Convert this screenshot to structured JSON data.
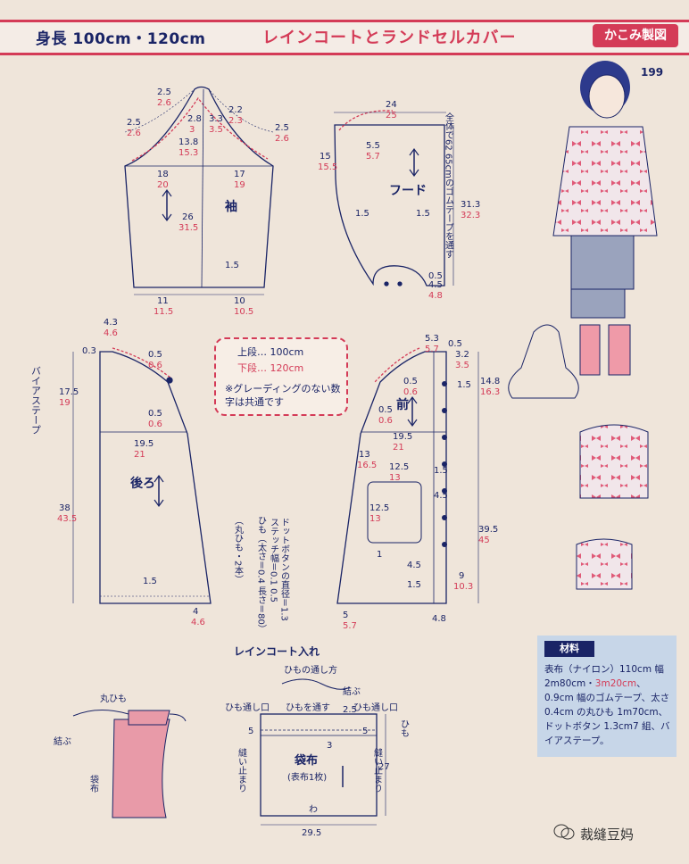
{
  "header": {
    "size": "身長 100cm・120cm",
    "title": "レインコートとランドセルカバー",
    "tag": "かこみ製図"
  },
  "page_number": "199",
  "sleeve": {
    "label": "袖",
    "dims": [
      "2.5",
      "2.6",
      "2.8",
      "3",
      "3.3",
      "3.5",
      "2.2",
      "2.3",
      "2.5",
      "2.6",
      "2.5",
      "2.6",
      "13.8",
      "15.3",
      "18",
      "20",
      "17",
      "19",
      "26",
      "31.5",
      "1.5",
      "11",
      "11.5",
      "10",
      "10.5"
    ]
  },
  "hood": {
    "label": "フード",
    "dims": [
      "24",
      "25",
      "5.5",
      "5.7",
      "15",
      "15.5",
      "1.5",
      "1.5",
      "31.3",
      "32.3",
      "0.5",
      "4.5",
      "4.8"
    ],
    "vertical_note": "全体で62 65cmのゴムテープを通す"
  },
  "back": {
    "label": "後ろ",
    "tape_label": "バイアステープ",
    "dims": [
      "4.3",
      "4.6",
      "0.3",
      "0.5",
      "0.6",
      "17.5",
      "19",
      "0.5",
      "0.6",
      "19.5",
      "21",
      "38",
      "43.5",
      "1.5",
      "4",
      "4.6"
    ]
  },
  "front": {
    "label": "前",
    "dims": [
      "5.3",
      "5.7",
      "0.5",
      "3.2",
      "3.5",
      "14.8",
      "16.3",
      "1.5",
      "0.5",
      "0.6",
      "0.5",
      "0.6",
      "19.5",
      "21",
      "13",
      "16.5",
      "12.5",
      "13",
      "12.5",
      "13",
      "1",
      "1.5",
      "4.5",
      "4.5",
      "9",
      "10.3",
      "1.5",
      "39.5",
      "45",
      "5",
      "5.7",
      "4.8"
    ]
  },
  "note": {
    "line1": "上段… 100cm",
    "line2": "下段… 120cm",
    "line3": "※グレーディングのない数字は共通です"
  },
  "vertical_notes": [
    "ドットボタンの直径＝1.3",
    "ステッチ幅＝0.1 0.5",
    "ひも（太さ＝0.4 長さ＝80）",
    "（丸ひも・2本）"
  ],
  "bag": {
    "section_title": "レインコート入れ",
    "string_method": "ひもの通し方",
    "knot": "結ぶ",
    "slot_left": "ひも通し口",
    "pass_string": "ひもを通す",
    "slot_right": "ひも通し口",
    "string": "ひも",
    "label": "袋布",
    "sublabel": "(表布1枚)",
    "seam_left": "縫い止まり",
    "seam_right": "縫い止まり",
    "fold": "わ",
    "dims": [
      "5",
      "2.5",
      "3",
      "5",
      "27",
      "29.5"
    ]
  },
  "bag_illust": {
    "round_string": "丸ひも",
    "knot": "結ぶ",
    "bag_cloth": "袋布"
  },
  "materials": {
    "title": "材料",
    "text_a": "表布（ナイロン）110cm 幅 2m80cm・",
    "text_red": "3m20cm",
    "text_b": "、0.9cm 幅のゴムテープ、太さ 0.4cm の丸ひも 1m70cm、ドットボタン 1.3cm7 組、バイアステープ。"
  },
  "watermark": "裁缝豆妈"
}
